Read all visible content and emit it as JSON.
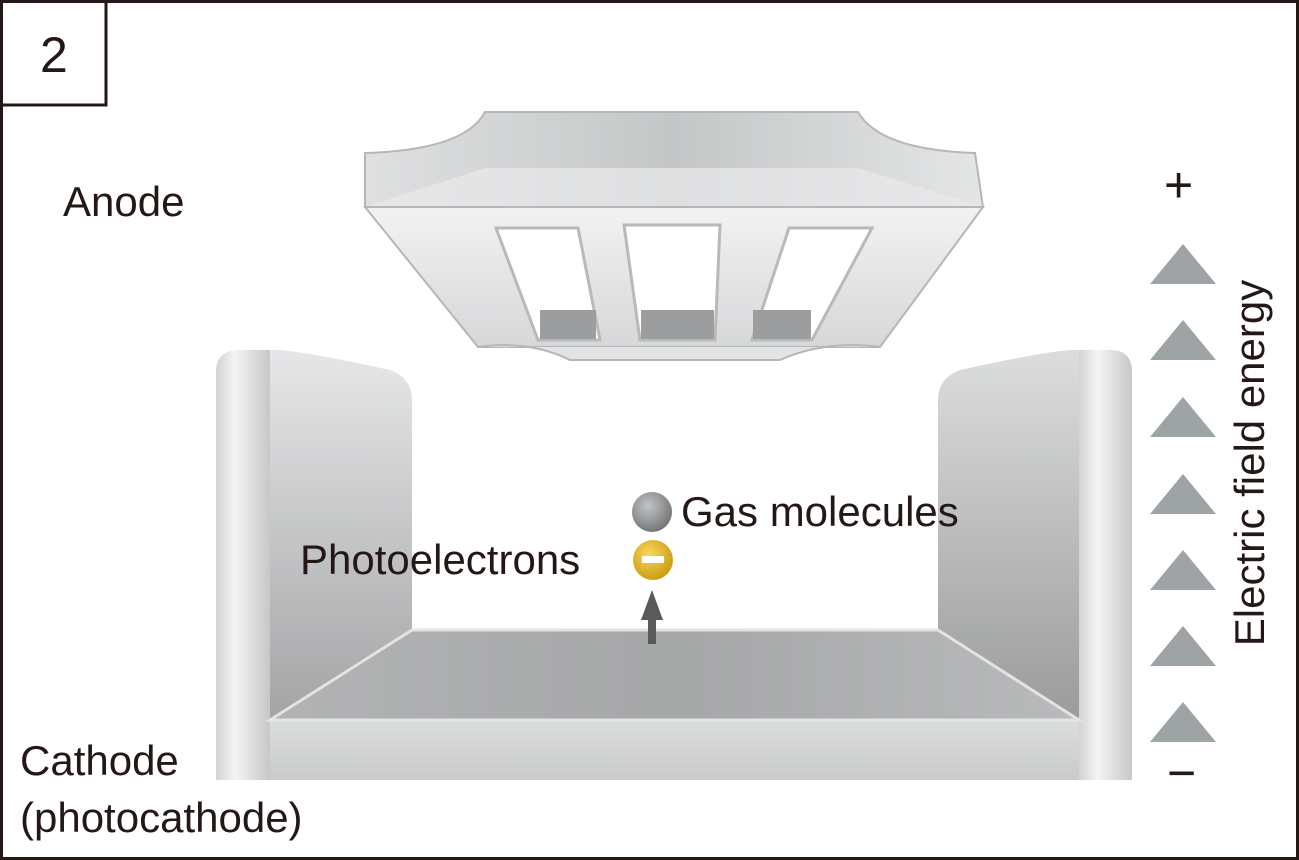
{
  "panel": {
    "number": "2"
  },
  "labels": {
    "anode": "Anode",
    "cathode_line1": "Cathode",
    "cathode_line2": "(photocathode)",
    "gas_molecules": "Gas molecules",
    "photoelectrons": "Photoelectrons",
    "electric_field": "Electric field energy",
    "plus": "+",
    "minus": "−"
  },
  "colors": {
    "metal_light": "#e8e9ea",
    "metal_mid": "#c8c9ca",
    "metal_dark": "#9d9e9f",
    "triangle": "#9ea4a6",
    "electron": "#e6b422",
    "gas_molecule": "#8a8c8e",
    "text": "#231815"
  }
}
